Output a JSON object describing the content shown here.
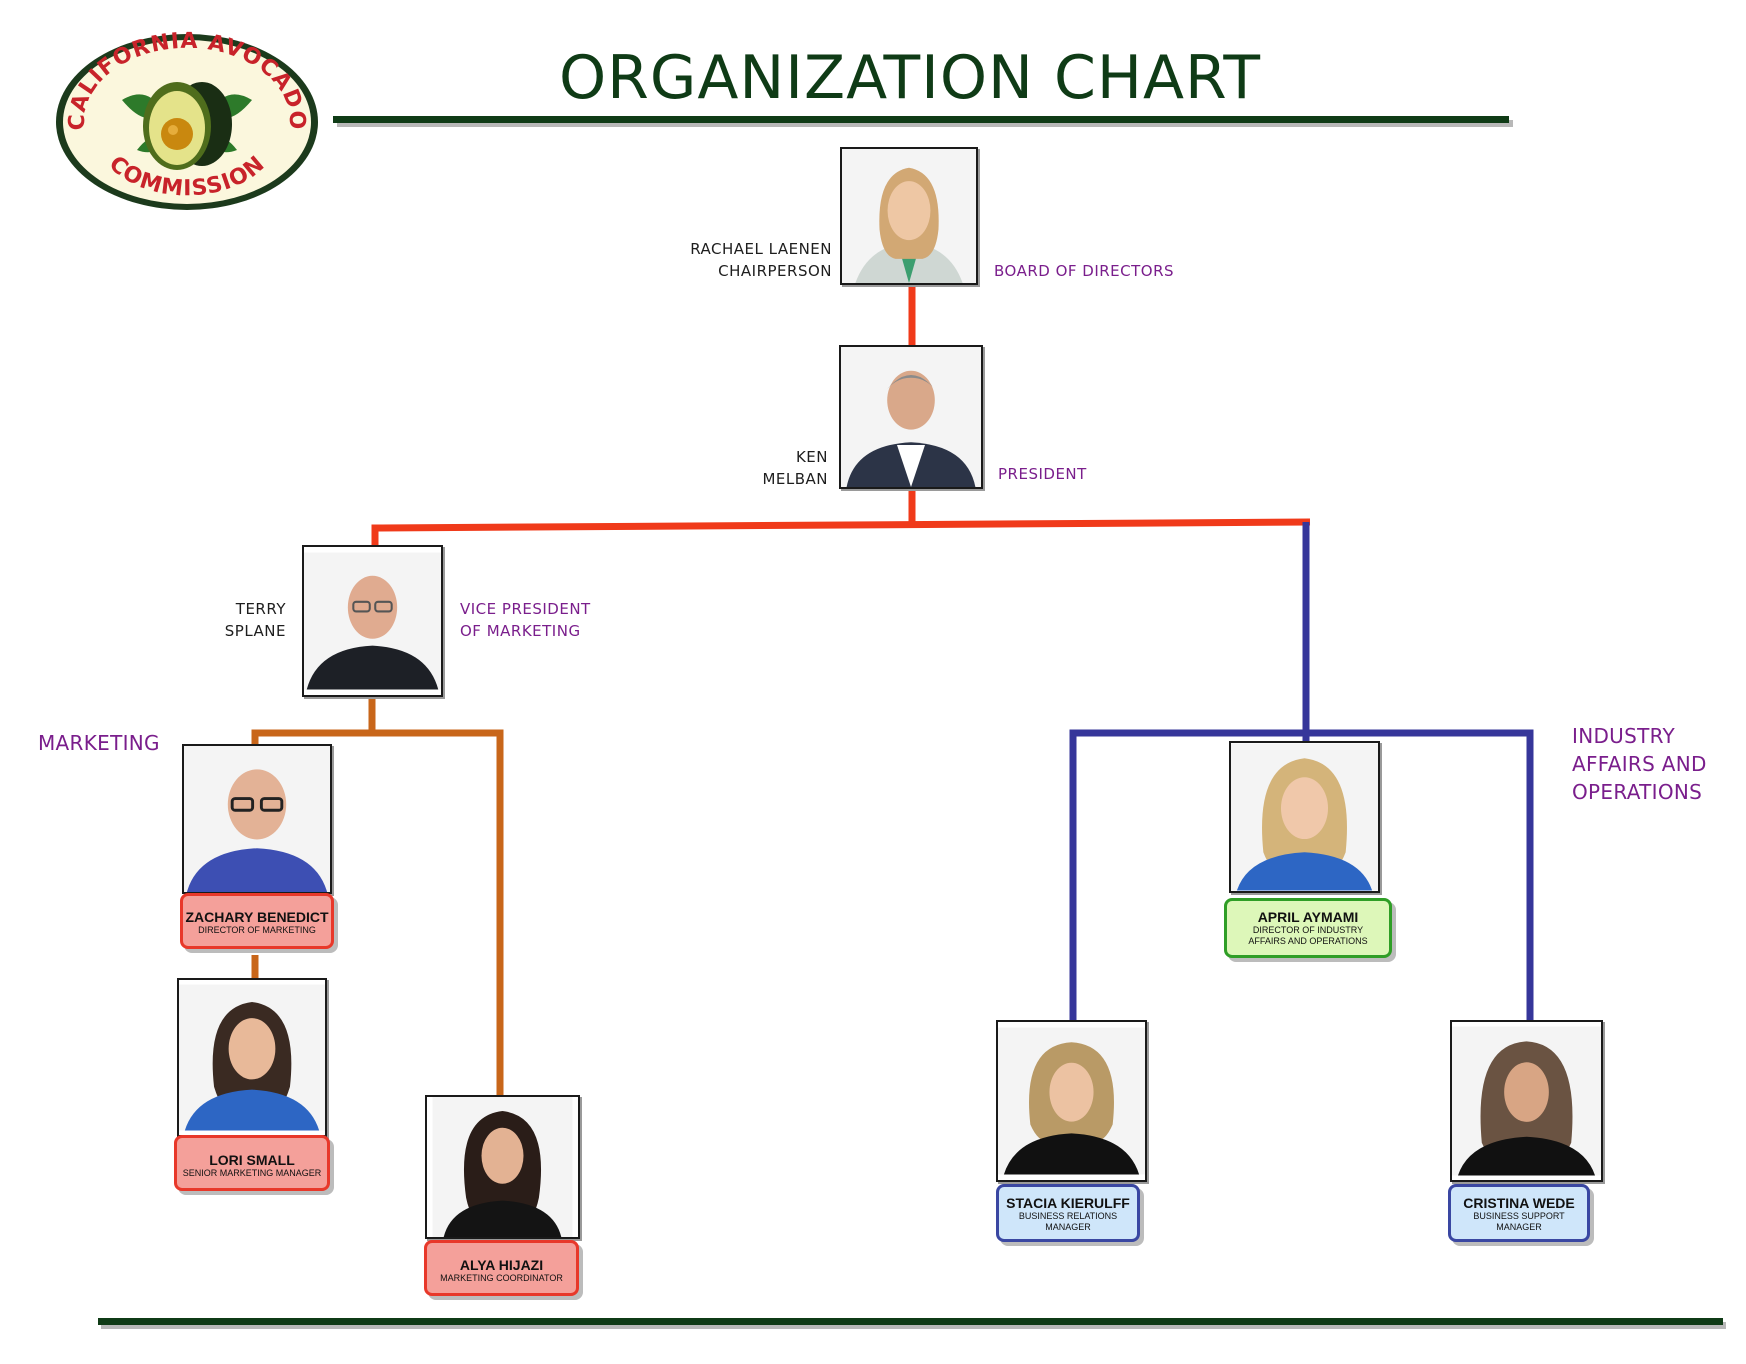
{
  "logo": {
    "top_text": "CALIFORNIA AVOCADO",
    "bottom_text": "COMMISSION",
    "icon": "avocado-icon"
  },
  "title": "ORGANIZATION CHART",
  "colors": {
    "title": "#0f3b16",
    "president_line": "#f03a1a",
    "marketing_line": "#c8661a",
    "industry_line": "#36369a",
    "role_text": "#7a1e8c"
  },
  "departments": {
    "marketing": "MARKETING",
    "industry_line1": "INDUSTRY",
    "industry_line2": "AFFAIRS AND",
    "industry_line3": "OPERATIONS"
  },
  "people": {
    "chair": {
      "name_line1": "RACHAEL LAENEN",
      "name_line2": "CHAIRPERSON",
      "role": "BOARD OF DIRECTORS"
    },
    "president": {
      "name_line1": "KEN",
      "name_line2": "MELBAN",
      "role": "PRESIDENT"
    },
    "vp": {
      "name_line1": "TERRY",
      "name_line2": "SPLANE",
      "role_line1": "VICE PRESIDENT",
      "role_line2": "OF MARKETING"
    },
    "zachary": {
      "name": "ZACHARY BENEDICT",
      "title": "DIRECTOR OF MARKETING"
    },
    "lori": {
      "name": "LORI SMALL",
      "title": "SENIOR MARKETING MANAGER"
    },
    "alya": {
      "name": "ALYA HIJAZI",
      "title": "MARKETING COORDINATOR"
    },
    "april": {
      "name": "APRIL AYMAMI",
      "title_line1": "DIRECTOR OF INDUSTRY",
      "title_line2": "AFFAIRS AND OPERATIONS"
    },
    "stacia": {
      "name": "STACIA KIERULFF",
      "title_line1": "BUSINESS RELATIONS",
      "title_line2": "MANAGER"
    },
    "cristina": {
      "name": "CRISTINA WEDE",
      "title_line1": "BUSINESS SUPPORT",
      "title_line2": "MANAGER"
    }
  }
}
